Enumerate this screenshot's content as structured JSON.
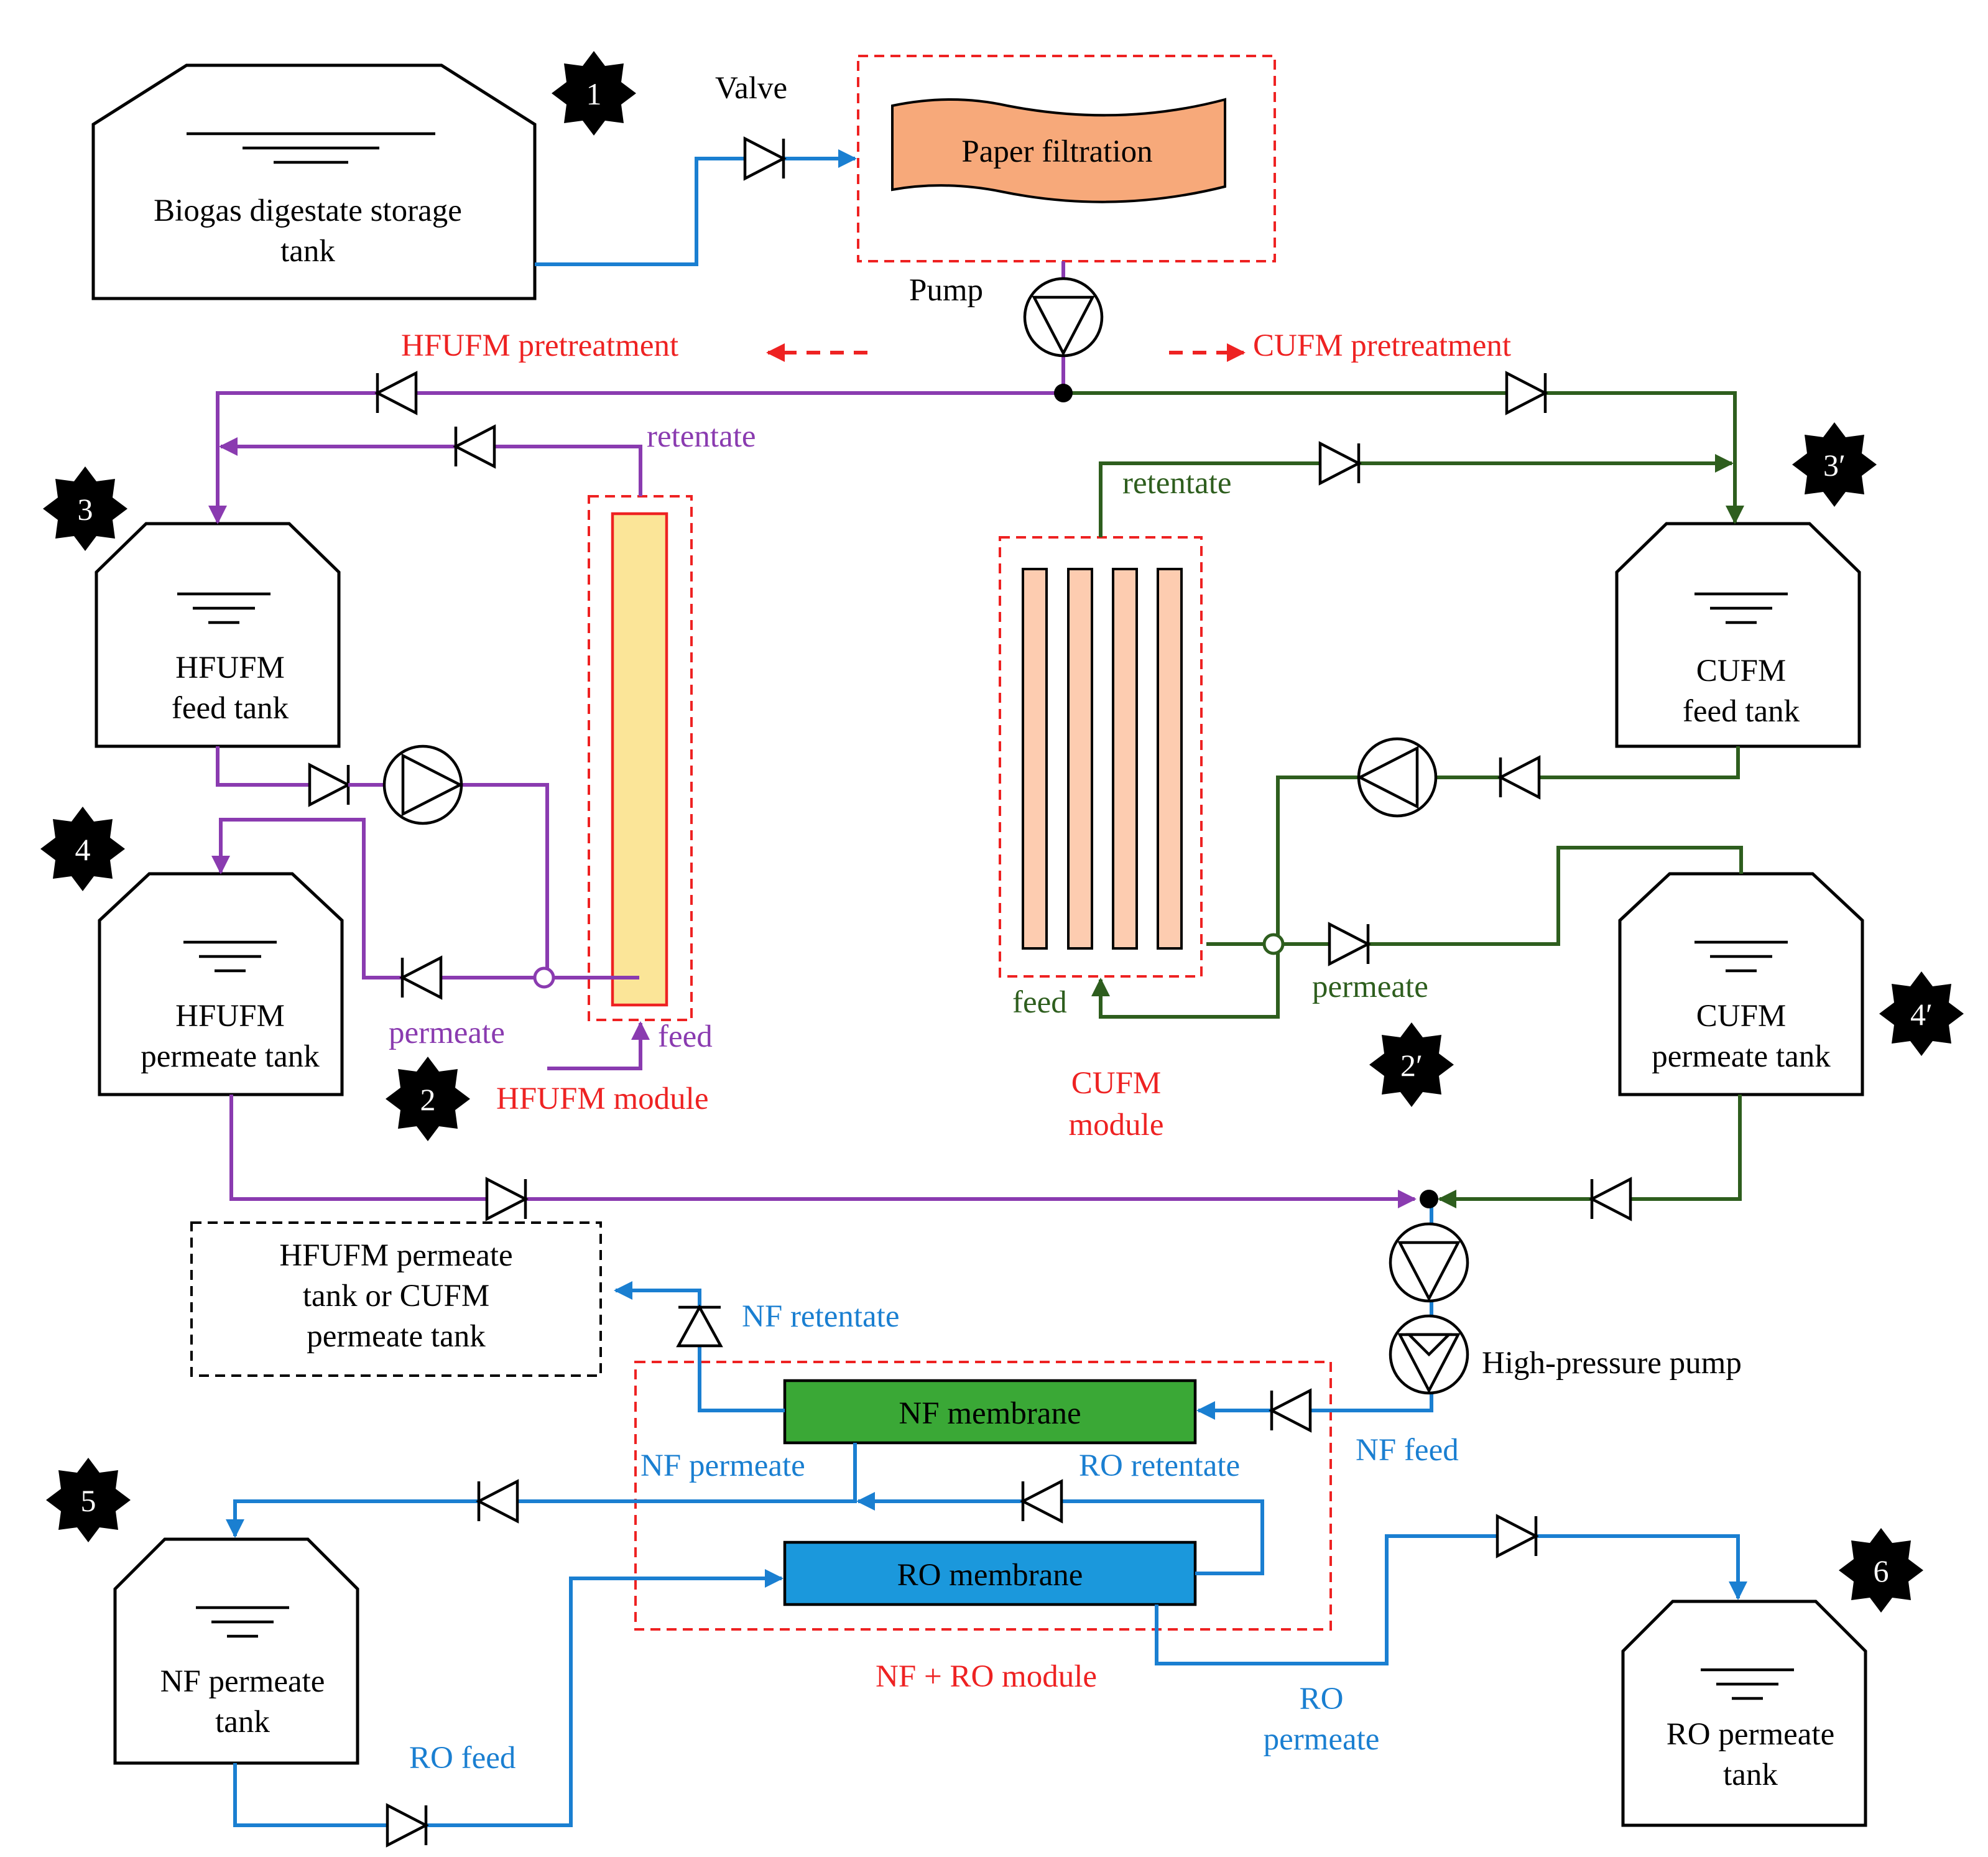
{
  "colors": {
    "blue_line": "#1a7fd1",
    "purple_line": "#8a3bb0",
    "green_line": "#2e5e1e",
    "red_label": "#ee2222",
    "paper_fill": "#f7a97a",
    "hf_module_fill": "#fbe598",
    "cu_module_fill": "#fdccb0",
    "nf_fill": "#3aa836",
    "ro_fill": "#1b98dc"
  },
  "labels": {
    "valve": "Valve",
    "pump": "Pump",
    "paper_filtration": "Paper filtration",
    "hfufm_pretreatment": "HFUFM pretreatment",
    "cufm_pretreatment": "CUFM pretreatment",
    "retentate_hf": "retentate",
    "retentate_cu": "retentate",
    "permeate_hf": "permeate",
    "permeate_cu": "permeate",
    "feed_hf": "feed",
    "feed_cu": "feed",
    "hfufm_module": "HFUFM module",
    "cufm_module_1": "CUFM",
    "cufm_module_2": "module",
    "nf_retentate": "NF retentate",
    "nf_permeate": "NF permeate",
    "ro_retentate": "RO retentate",
    "nf_feed": "NF feed",
    "ro_feed": "RO feed",
    "ro_permeate_1": "RO",
    "ro_permeate_2": "permeate",
    "high_pressure_pump": "High-pressure pump",
    "nf_membrane": "NF membrane",
    "ro_membrane": "RO membrane",
    "nf_ro_module": "NF + RO module"
  },
  "tanks": {
    "biogas": [
      "Biogas digestate storage",
      "tank"
    ],
    "hf_feed": [
      "HFUFM",
      "feed tank"
    ],
    "cu_feed": [
      "CUFM",
      "feed tank"
    ],
    "hf_perm": [
      "HFUFM",
      "permeate tank"
    ],
    "cu_perm": [
      "CUFM",
      "permeate tank"
    ],
    "nf_perm": [
      "NF permeate",
      "tank"
    ],
    "ro_perm": [
      "RO permeate",
      "tank"
    ]
  },
  "dashed_box_text": [
    "HFUFM permeate",
    "tank or CUFM",
    "permeate tank"
  ],
  "stage_badges": [
    "1",
    "2",
    "2′",
    "3",
    "3′",
    "4",
    "4′",
    "5",
    "6"
  ]
}
